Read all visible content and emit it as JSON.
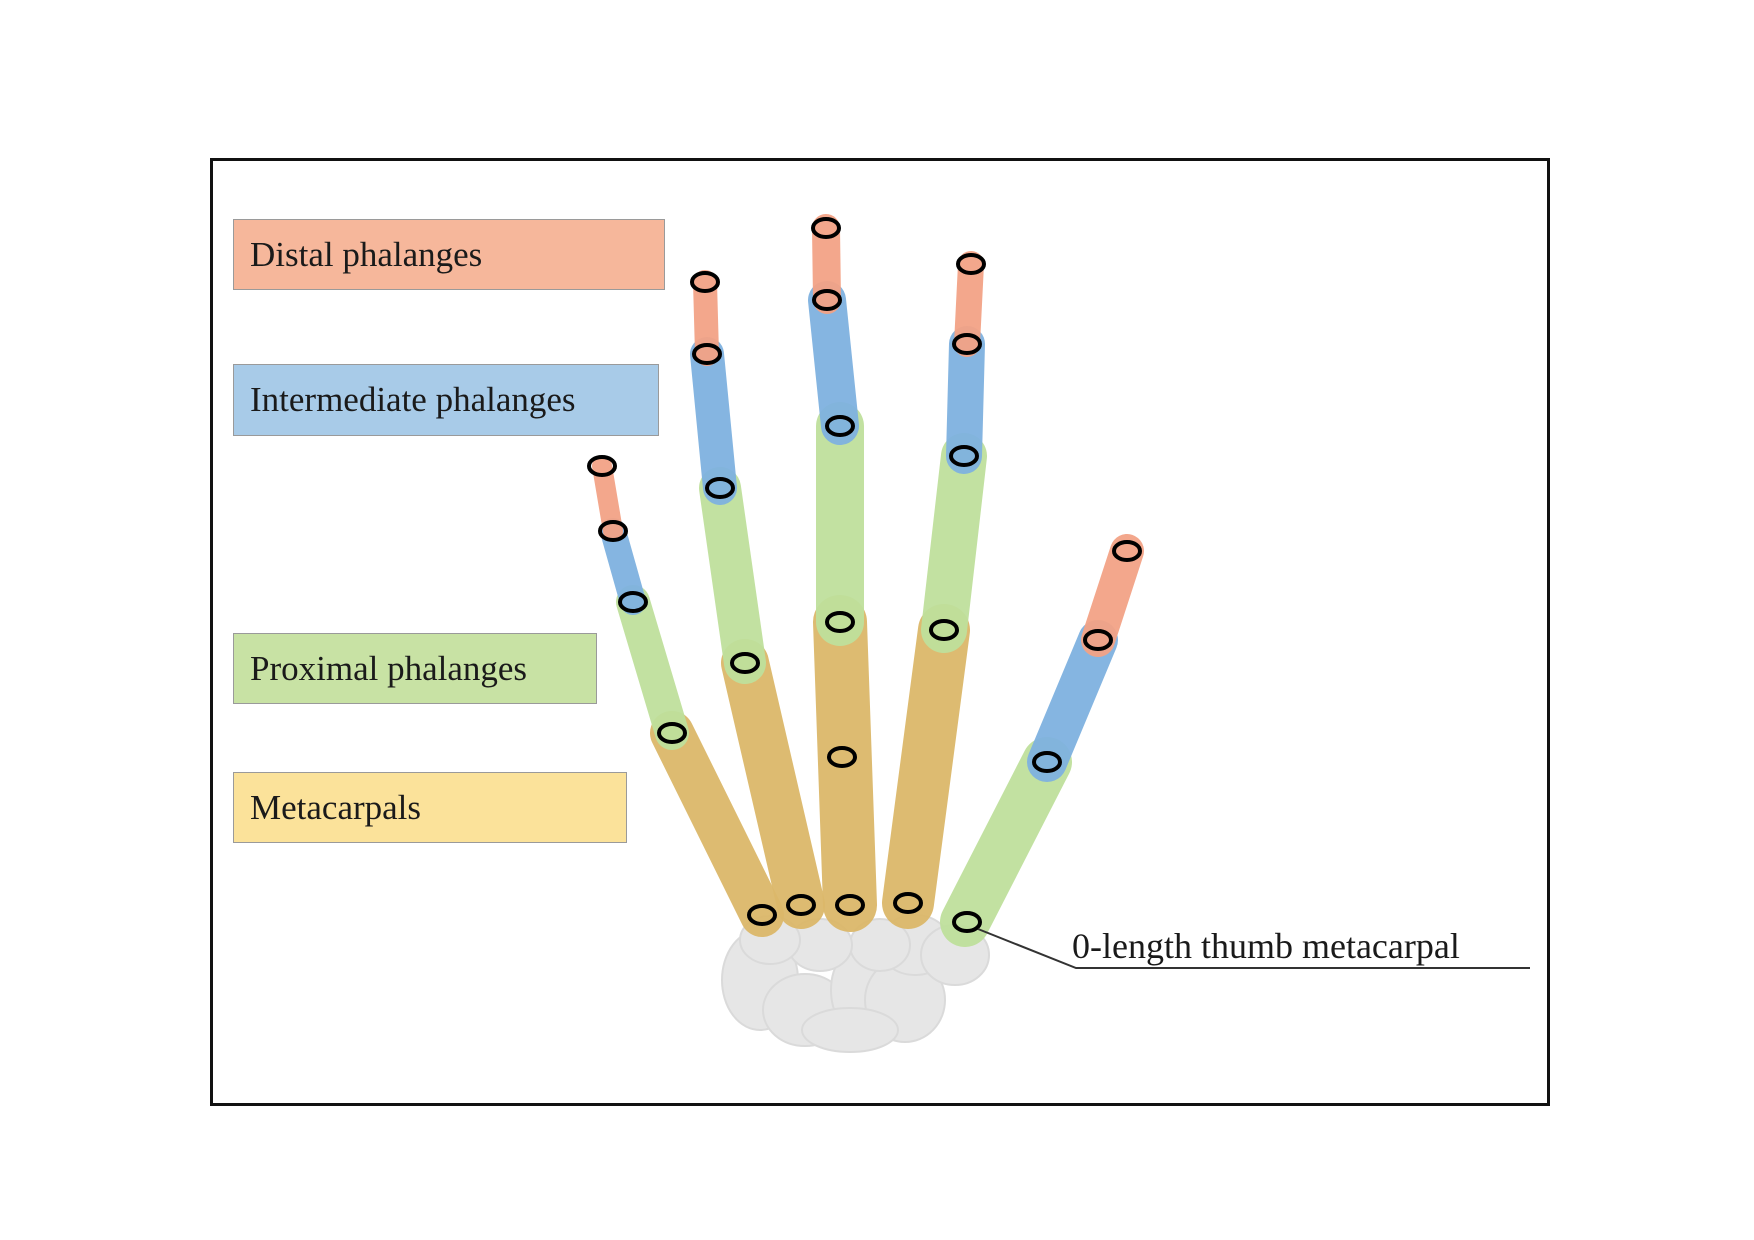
{
  "legend": {
    "distal": "Distal phalanges",
    "intermediate": "Intermediate phalanges",
    "proximal": "Proximal phalanges",
    "metacarpal": "Metacarpals"
  },
  "annotation": {
    "text": "0-length thumb metacarpal"
  },
  "colors": {
    "distal": "#f6b79b",
    "intermediate": "#a8cbe8",
    "proximal": "#c8e2a4",
    "metacarpal": "#fbe29a",
    "distal_bone": "#f3a386",
    "intermediate_bone": "#7fb2e0",
    "proximal_bone": "#bfe09c",
    "metacarpal_bone": "#dcb86a",
    "carpal_bone": "#e6e6e6",
    "joint_marker": "#000000",
    "frame": "#111111"
  }
}
